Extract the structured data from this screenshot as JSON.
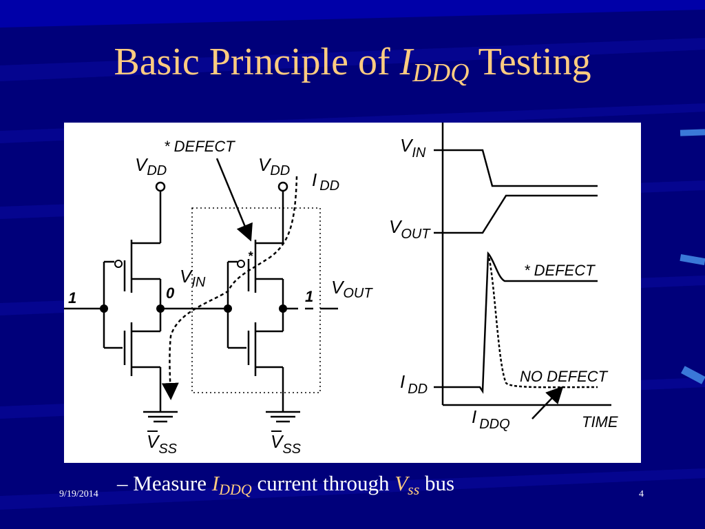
{
  "slide": {
    "title_main": "Basic Principle of ",
    "title_var": "I",
    "title_sub": "DDQ",
    "title_tail": " Testing",
    "caption_dash": "– Measure ",
    "caption_var1": "I",
    "caption_sub1": "DDQ",
    "caption_mid": " current through ",
    "caption_var2": "V",
    "caption_sub2": "ss",
    "caption_tail": " bus",
    "date": "9/19/2014",
    "page_number": "4"
  },
  "diagram": {
    "defect_label": "* DEFECT",
    "vdd_left": "V",
    "vdd_left_sub": "DD",
    "vdd_right": "V",
    "vdd_right_sub": "DD",
    "idd_label": "I",
    "idd_label_sub": "DD",
    "input_one": "1",
    "node_zero": "0",
    "vin_label": "V",
    "vin_label_sub": "IN",
    "output_one": "1",
    "vout_label": "V",
    "vout_label_sub": "OUT",
    "vss_left": "V",
    "vss_left_sub": "SS",
    "vss_right": "V",
    "vss_right_sub": "SS",
    "defect_marker": "*"
  },
  "waveform": {
    "vin_label": "V",
    "vin_label_sub": "IN",
    "vout_label": "V",
    "vout_label_sub": "OUT",
    "idd_label": "I",
    "idd_label_sub": "DD",
    "defect_curve_label": "* DEFECT",
    "no_defect_label": "NO DEFECT",
    "iddq_label": "I",
    "iddq_label_sub": "DDQ",
    "time_label": "TIME"
  },
  "colors": {
    "background": "#00007a",
    "accent": "#ffcc80",
    "text": "#ffffff"
  }
}
